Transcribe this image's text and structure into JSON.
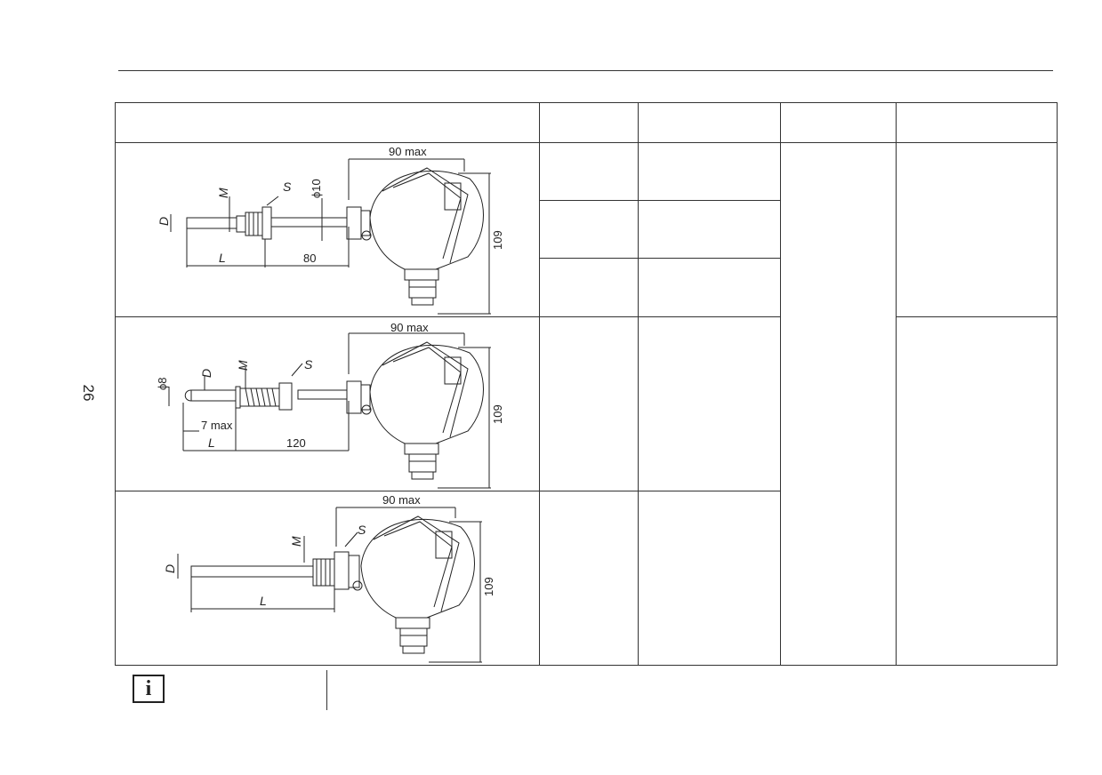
{
  "page": {
    "number": "26"
  },
  "drawings": {
    "d1": {
      "width_dim": "90 max",
      "height_dim": "109",
      "diameter": "ϕ10",
      "thread": "M",
      "hex": "S",
      "probe": "D",
      "length": "L",
      "offset": "80"
    },
    "d2": {
      "width_dim": "90 max",
      "height_dim": "109",
      "tip_diameter": "ϕ8",
      "probe": "D",
      "thread": "M",
      "hex": "S",
      "tip_len": "7 max",
      "length": "L",
      "offset": "120"
    },
    "d3": {
      "width_dim": "90 max",
      "height_dim": "109",
      "thread": "M",
      "hex": "S",
      "probe": "D",
      "length": "L"
    }
  },
  "info_icon": {
    "glyph": "i",
    "name": "info-icon"
  }
}
